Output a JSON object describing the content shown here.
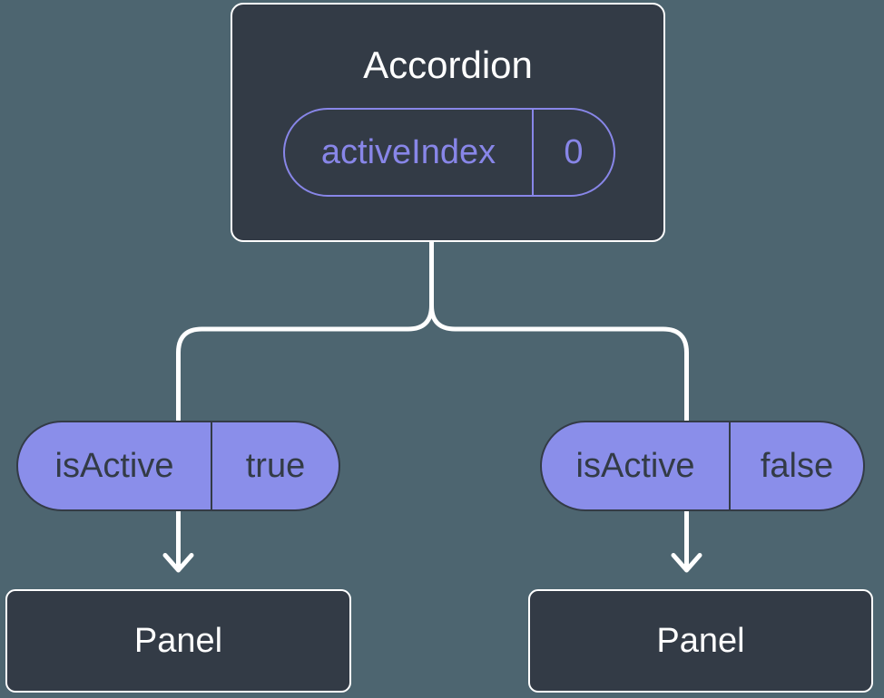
{
  "colors": {
    "background": "#4D6570",
    "node_fill": "#333B46",
    "node_border": "#FFFFFF",
    "accent_purple": "#8886E8",
    "pill_fill": "#8A8EEA",
    "pill_text": "#333B46",
    "connector": "#FFFFFF"
  },
  "tree": {
    "root": {
      "title": "Accordion",
      "state": {
        "name": "activeIndex",
        "value": "0"
      }
    },
    "children": [
      {
        "prop": {
          "name": "isActive",
          "value": "true"
        },
        "label": "Panel"
      },
      {
        "prop": {
          "name": "isActive",
          "value": "false"
        },
        "label": "Panel"
      }
    ]
  }
}
